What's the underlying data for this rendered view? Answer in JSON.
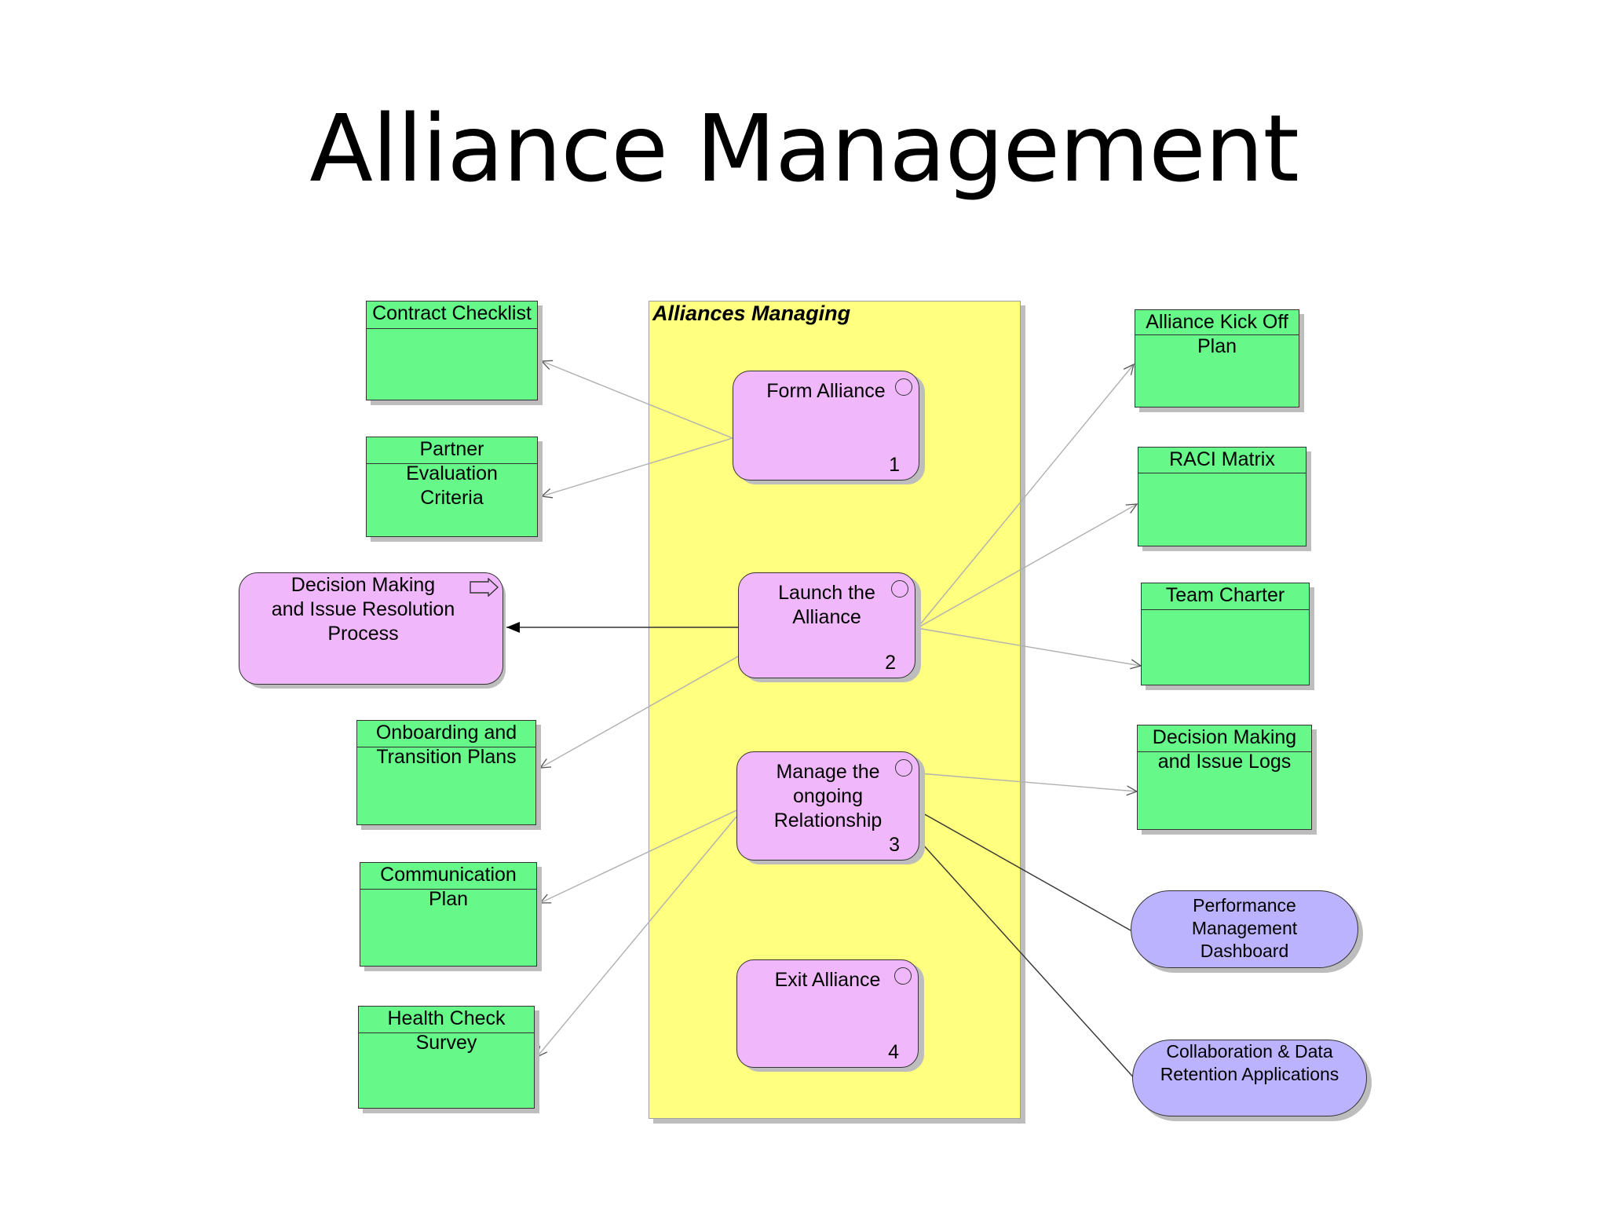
{
  "title": "Alliance Management",
  "group_label": "Alliances Managing",
  "processes": [
    {
      "label": "Form Alliance",
      "number": "1"
    },
    {
      "label": "Launch the\nAlliance",
      "number": "2"
    },
    {
      "label": "Manage the\nongoing\nRelationship",
      "number": "3"
    },
    {
      "label": "Exit Alliance",
      "number": "4"
    }
  ],
  "decision_process": "Decision Making\nand Issue Resolution\nProcess",
  "left_artifacts": {
    "contract_checklist": "Contract Checklist",
    "partner_evaluation": "Partner\nEvaluation\nCriteria",
    "onboarding": "Onboarding and\nTransition Plans",
    "communication": "Communication\nPlan",
    "health_check": "Health Check\nSurvey"
  },
  "right_artifacts": {
    "kick_off": "Alliance Kick Off\nPlan",
    "raci": "RACI Matrix",
    "team_charter": "Team Charter",
    "decision_logs": "Decision Making\nand Issue Logs"
  },
  "applications": {
    "dashboard": "Performance\nManagement\nDashboard",
    "collaboration": "Collaboration & Data\nRetention Applications"
  },
  "colors": {
    "artifact": "#66f888",
    "process": "#f0b8fa",
    "application": "#bcb3ff",
    "group": "#ffff80"
  }
}
